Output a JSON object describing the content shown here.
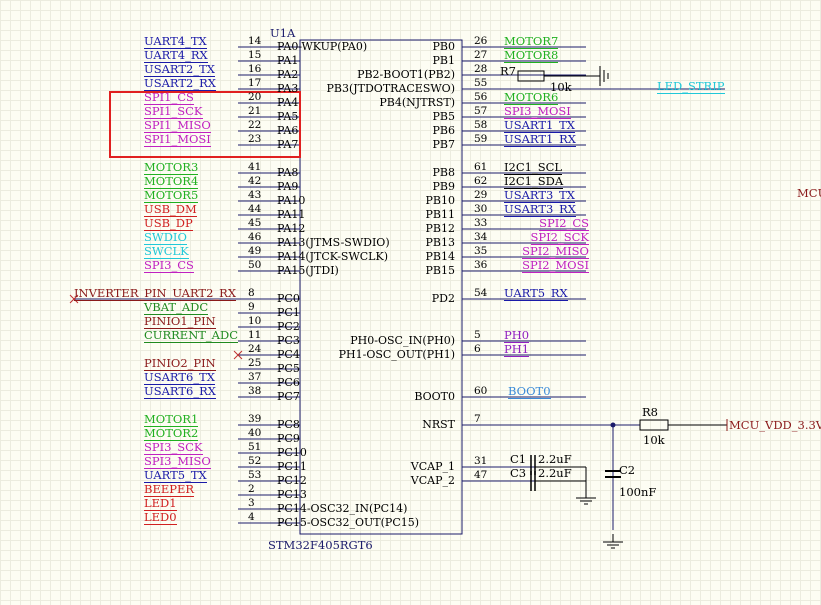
{
  "component": {
    "designator": "U1A",
    "part": "STM32F405RGT6"
  },
  "left_pins": [
    {
      "pin": "14",
      "name": "PA0-WKUP(PA0)",
      "net": "UART4_TX",
      "color": "#1a1aa8"
    },
    {
      "pin": "15",
      "name": "PA1",
      "net": "UART4_RX",
      "color": "#1a1aa8"
    },
    {
      "pin": "16",
      "name": "PA2",
      "net": "USART2_TX",
      "color": "#1a1aa8"
    },
    {
      "pin": "17",
      "name": "PA3",
      "net": "USART2_RX",
      "color": "#1a1aa8"
    },
    {
      "pin": "20",
      "name": "PA4",
      "net": "SPI1_CS",
      "color": "#c020c0"
    },
    {
      "pin": "21",
      "name": "PA5",
      "net": "SPI1_SCK",
      "color": "#c020c0"
    },
    {
      "pin": "22",
      "name": "PA6",
      "net": "SPI1_MISO",
      "color": "#c020c0"
    },
    {
      "pin": "23",
      "name": "PA7",
      "net": "SPI1_MOSI",
      "color": "#c020c0"
    },
    {
      "pin": "41",
      "name": "PA8",
      "net": "MOTOR3",
      "color": "#20b020"
    },
    {
      "pin": "42",
      "name": "PA9",
      "net": "MOTOR4",
      "color": "#20b020"
    },
    {
      "pin": "43",
      "name": "PA10",
      "net": "MOTOR5",
      "color": "#20b020"
    },
    {
      "pin": "44",
      "name": "PA11",
      "net": "USB_DM",
      "color": "#d02020"
    },
    {
      "pin": "45",
      "name": "PA12",
      "net": "USB_DP",
      "color": "#d02020"
    },
    {
      "pin": "46",
      "name": "PA13(JTMS-SWDIO)",
      "net": "SWDIO",
      "color": "#20c8d8"
    },
    {
      "pin": "49",
      "name": "PA14(JTCK-SWCLK)",
      "net": "SWCLK",
      "color": "#20c8d8"
    },
    {
      "pin": "50",
      "name": "PA15(JTDI)",
      "net": "SPI3_CS",
      "color": "#c020c0"
    },
    {
      "pin": "8",
      "name": "PC0",
      "net": "INVERTER_PIN_UART2_RX",
      "color": "#8a1a1a"
    },
    {
      "pin": "9",
      "name": "PC1",
      "net": "VBAT_ADC",
      "color": "#208a20"
    },
    {
      "pin": "10",
      "name": "PC2",
      "net": "PINIO1_PIN",
      "color": "#8a1a1a"
    },
    {
      "pin": "11",
      "name": "PC3",
      "net": "CURRENT_ADC",
      "color": "#208a20"
    },
    {
      "pin": "24",
      "name": "PC4",
      "net": "",
      "color": "#000000"
    },
    {
      "pin": "25",
      "name": "PC5",
      "net": "PINIO2_PIN",
      "color": "#8a1a1a"
    },
    {
      "pin": "37",
      "name": "PC6",
      "net": "USART6_TX",
      "color": "#1a1aa8"
    },
    {
      "pin": "38",
      "name": "PC7",
      "net": "USART6_RX",
      "color": "#1a1aa8"
    },
    {
      "pin": "39",
      "name": "PC8",
      "net": "MOTOR1",
      "color": "#20b020"
    },
    {
      "pin": "40",
      "name": "PC9",
      "net": "MOTOR2",
      "color": "#20b020"
    },
    {
      "pin": "51",
      "name": "PC10",
      "net": "SPI3_SCK",
      "color": "#c020c0"
    },
    {
      "pin": "52",
      "name": "PC11",
      "net": "SPI3_MISO",
      "color": "#c020c0"
    },
    {
      "pin": "53",
      "name": "PC12",
      "net": "UART5_TX",
      "color": "#1a1aa8"
    },
    {
      "pin": "2",
      "name": "PC13",
      "net": "BEEPER",
      "color": "#d02020"
    },
    {
      "pin": "3",
      "name": "PC14-OSC32_IN(PC14)",
      "net": "LED1",
      "color": "#d02020"
    },
    {
      "pin": "4",
      "name": "PC15-OSC32_OUT(PC15)",
      "net": "LED0",
      "color": "#d02020"
    }
  ],
  "right_pins": [
    {
      "pin": "26",
      "name": "PB0",
      "net": "MOTOR7",
      "color": "#20b020"
    },
    {
      "pin": "27",
      "name": "PB1",
      "net": "MOTOR8",
      "color": "#20b020"
    },
    {
      "pin": "28",
      "name": "PB2-BOOT1(PB2)",
      "net": "",
      "color": "#000000"
    },
    {
      "pin": "55",
      "name": "PB3(JTDOTRACESWO)",
      "net": "LED_STRIP",
      "color": "#20c8d8"
    },
    {
      "pin": "56",
      "name": "PB4(NJTRST)",
      "net": "MOTOR6",
      "color": "#20b020"
    },
    {
      "pin": "57",
      "name": "PB5",
      "net": "SPI3_MOSI",
      "color": "#c020c0"
    },
    {
      "pin": "58",
      "name": "PB6",
      "net": "USART1_TX",
      "color": "#1a1aa8"
    },
    {
      "pin": "59",
      "name": "PB7",
      "net": "USART1_RX",
      "color": "#1a1aa8"
    },
    {
      "pin": "61",
      "name": "PB8",
      "net": "I2C1_SCL",
      "color": "#000000"
    },
    {
      "pin": "62",
      "name": "PB9",
      "net": "I2C1_SDA",
      "color": "#000000"
    },
    {
      "pin": "29",
      "name": "PB10",
      "net": "USART3_TX",
      "color": "#1a1aa8"
    },
    {
      "pin": "30",
      "name": "PB11",
      "net": "USART3_RX",
      "color": "#1a1aa8"
    },
    {
      "pin": "33",
      "name": "PB12",
      "net": "SPI2_CS",
      "color": "#c020c0"
    },
    {
      "pin": "34",
      "name": "PB13",
      "net": "SPI2_SCK",
      "color": "#c020c0"
    },
    {
      "pin": "35",
      "name": "PB14",
      "net": "SPI2_MISO",
      "color": "#c020c0"
    },
    {
      "pin": "36",
      "name": "PB15",
      "net": "SPI2_MOSI",
      "color": "#c020c0"
    },
    {
      "pin": "54",
      "name": "PD2",
      "net": "UART5_RX",
      "color": "#1a1aa8"
    },
    {
      "pin": "5",
      "name": "PH0-OSC_IN(PH0)",
      "net": "PH0",
      "color": "#9020c0"
    },
    {
      "pin": "6",
      "name": "PH1-OSC_OUT(PH1)",
      "net": "PH1",
      "color": "#9020c0"
    },
    {
      "pin": "60",
      "name": "BOOT0",
      "net": "BOOT0",
      "color": "#3a8ad8"
    },
    {
      "pin": "7",
      "name": "NRST",
      "net": "",
      "color": "#000000"
    },
    {
      "pin": "31",
      "name": "VCAP_1",
      "net": "",
      "color": "#000000"
    },
    {
      "pin": "47",
      "name": "VCAP_2",
      "net": "",
      "color": "#000000"
    }
  ],
  "passives": {
    "r7": {
      "ref": "R7",
      "value": "10k"
    },
    "r8": {
      "ref": "R8",
      "value": "10k"
    },
    "c1": {
      "ref": "C1",
      "value": "2.2uF"
    },
    "c3": {
      "ref": "C3",
      "value": "2.2uF"
    },
    "c2": {
      "ref": "C2",
      "value": "100nF"
    }
  },
  "power_net": "MCU_VDD_3.3V",
  "sheet_fragment": "MCU",
  "highlight_color": "#e02020"
}
